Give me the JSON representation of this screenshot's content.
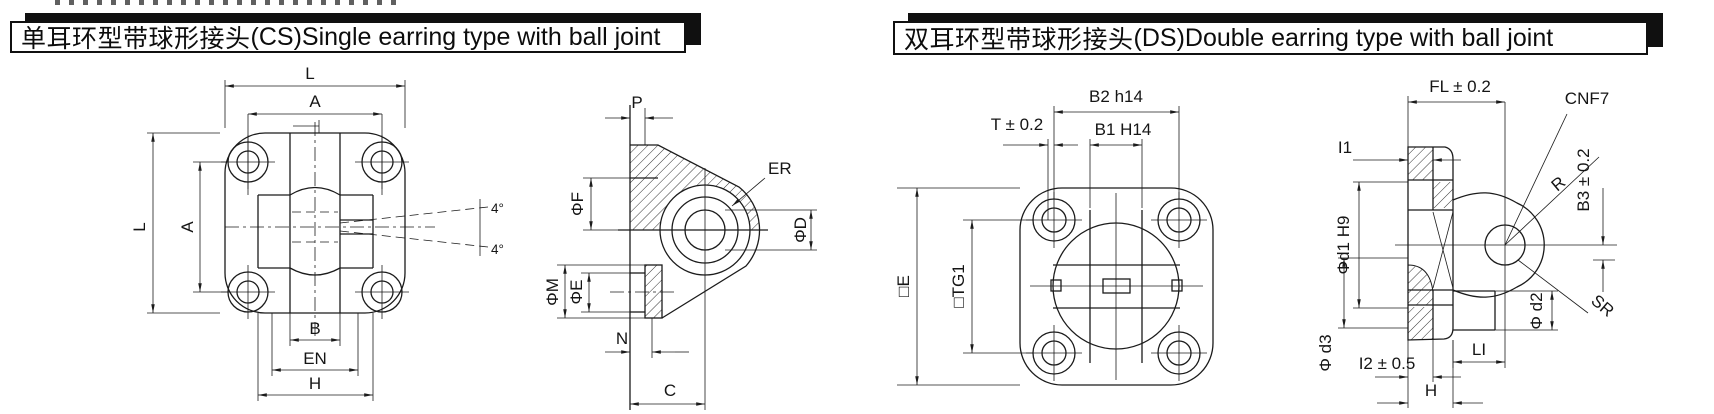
{
  "colors": {
    "background": "#ffffff",
    "ink": "#1b1b1b"
  },
  "headers": {
    "cs": {
      "zh": "单耳环型带球形接头",
      "code": "(CS)",
      "en": "Single earring type with ball joint"
    },
    "ds": {
      "zh": "双耳环型带球形接头",
      "code": "(DS)",
      "en": "Double earring type with ball joint"
    }
  },
  "cs_front": {
    "dim_L_top": "L",
    "dim_A_top": "A",
    "dim_L_left": "L",
    "dim_A_left": "A",
    "dim_B": "B",
    "dim_EN": "EN",
    "dim_H": "H",
    "angle_upper": "4°",
    "angle_lower": "4°"
  },
  "cs_side": {
    "dim_P": "P",
    "dim_phiF": "ΦF",
    "dim_ER": "ER",
    "dim_phiD": "ΦD",
    "dim_phiM": "ΦM",
    "dim_phiE": "ΦE",
    "dim_N": "N",
    "dim_C": "C"
  },
  "ds_front": {
    "dim_B2": "B2 h14",
    "dim_B1": "B1 H14",
    "dim_T": "T ± 0.2",
    "dim_E": "□E",
    "dim_TG1": "□TG1"
  },
  "ds_side": {
    "dim_FL": "FL ± 0.2",
    "dim_I1": "I1",
    "dim_CNF7": "CNF7",
    "dim_phid1": "Φd1 H9",
    "dim_R": "R",
    "dim_B3": "B3 ± 0.2",
    "dim_phid2": "Φ d2",
    "dim_SR": "SR",
    "dim_phid3": "Φ d3",
    "dim_I2": "I2 ± 0.5",
    "dim_LI": "LI",
    "dim_H": "H"
  }
}
